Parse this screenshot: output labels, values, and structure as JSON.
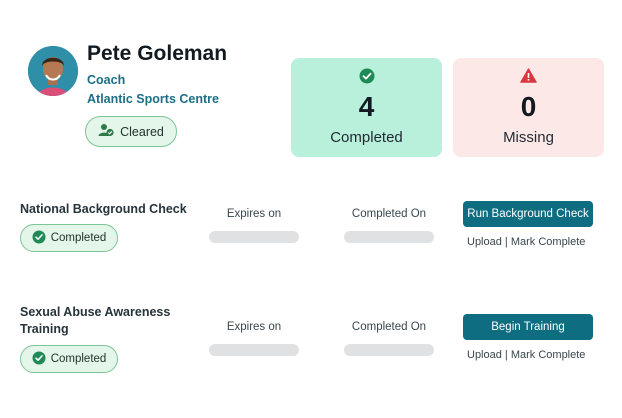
{
  "profile": {
    "name": "Pete Goleman",
    "role": "Coach",
    "organization": "Atlantic Sports Centre",
    "status_label": "Cleared"
  },
  "stats": {
    "completed": {
      "value": "4",
      "label": "Completed",
      "icon": "check-circle-icon",
      "color": "#b8f0dc"
    },
    "missing": {
      "value": "0",
      "label": "Missing",
      "icon": "warning-icon",
      "color": "#fde8e8"
    }
  },
  "requirements": [
    {
      "title": "National Background Check",
      "status": "Completed",
      "expires_label": "Expires on",
      "completed_label": "Completed On",
      "action": "Run Background Check",
      "upload": "Upload",
      "separator": "|",
      "mark_complete": "Mark Complete"
    },
    {
      "title": "Sexual Abuse Awareness Training",
      "status": "Completed",
      "expires_label": "Expires on",
      "completed_label": "Completed On",
      "action": "Begin Training",
      "upload": "Upload",
      "separator": "|",
      "mark_complete": "Mark Complete"
    }
  ],
  "colors": {
    "accent": "#0e6d80",
    "link": "#1b6f86",
    "success_border": "#7cc594",
    "success_fill": "#e4f5ea"
  }
}
